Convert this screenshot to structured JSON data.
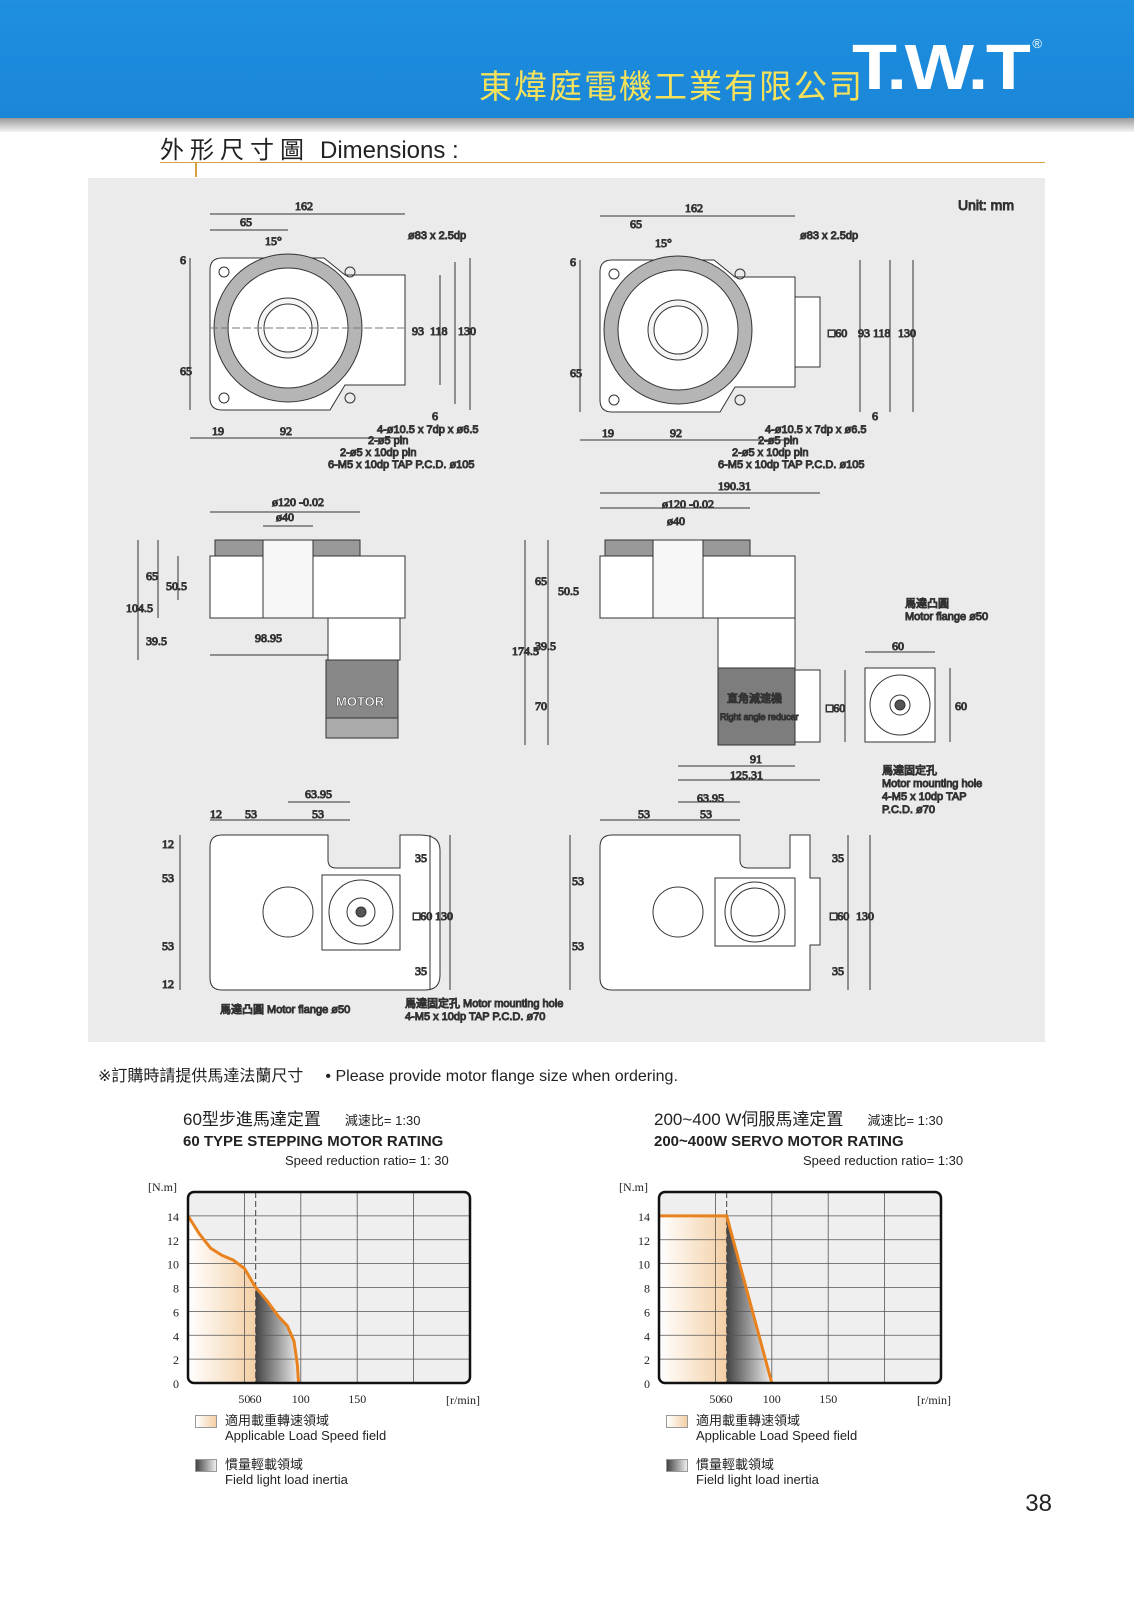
{
  "header": {
    "company": "東煒庭電機工業有限公司",
    "logo": "T.W.T",
    "registered": "®"
  },
  "section": {
    "title_zh": "外形尺寸圖",
    "title_en": "Dimensions :"
  },
  "unit": "Unit: mm",
  "views": {
    "top_left": {
      "dims": [
        "162",
        "65",
        "15°",
        "6",
        "65",
        "93",
        "118",
        "130",
        "6",
        "19",
        "92"
      ],
      "callouts": [
        "ø83 x 2.5dp",
        "4-ø10.5 x 7dp x ø6.5",
        "2-ø5 pin",
        "2-ø5 x 10dp pin",
        "6-M5 x 10dp TAP P.C.D. ø105"
      ]
    },
    "top_right": {
      "dims": [
        "162",
        "65",
        "15°",
        "6",
        "65",
        "□60",
        "93",
        "118",
        "130",
        "6",
        "19",
        "92"
      ],
      "callouts": [
        "ø83 x 2.5dp",
        "4-ø10.5 x 7dp x ø6.5",
        "2-ø5 pin",
        "2-ø5 x 10dp pin",
        "6-M5 x 10dp TAP P.C.D. ø105"
      ]
    },
    "side_left": {
      "dims": [
        "ø120 -0.02",
        "ø40",
        "104.5",
        "65",
        "50.5",
        "39.5",
        "98.95"
      ],
      "motor": "MOTOR"
    },
    "side_right": {
      "dims": [
        "190.31",
        "ø120 -0.02",
        "ø40",
        "65",
        "50.5",
        "174.5",
        "39.5",
        "70",
        "□60",
        "91",
        "125.31"
      ],
      "reducer_zh": "直角減速機",
      "reducer_en": "Right angle reducer"
    },
    "flange": {
      "title_zh": "馬達凸圓",
      "title_en": "Motor flange ø50",
      "w": "60",
      "h": "60",
      "hole_zh": "馬達固定孔",
      "hole_en": "Motor mounting hole",
      "hole_spec": "4-M5 x 10dp TAP",
      "hole_pcd": "P.C.D. ø70"
    },
    "bottom_left": {
      "dims": [
        "63.95",
        "12",
        "53",
        "53",
        "12",
        "53",
        "53",
        "12",
        "35",
        "□60",
        "130",
        "35"
      ],
      "flange_label": "馬達凸圓  Motor flange ø50",
      "hole_label": "馬達固定孔  Motor mounting hole",
      "hole_spec": "4-M5 x 10dp TAP P.C.D. ø70"
    },
    "bottom_right": {
      "dims": [
        "63.95",
        "53",
        "53",
        "53",
        "53",
        "35",
        "□60",
        "130",
        "35"
      ]
    }
  },
  "note": {
    "zh": "※訂購時請提供馬達法蘭尺寸",
    "en": "• Please provide motor flange size when ordering."
  },
  "charts": [
    {
      "title_zh": "60型步進馬達定置",
      "ratio_zh": "減速比= 1:30",
      "title_en": "60 TYPE STEPPING MOTOR RATING",
      "ratio_en": "Speed reduction ratio= 1: 30"
    },
    {
      "title_zh": "200~400 W伺服馬達定置",
      "ratio_zh": "減速比= 1:30",
      "title_en": "200~400W SERVO MOTOR RATING",
      "ratio_en": "Speed reduction ratio= 1:30"
    }
  ],
  "legend": {
    "applicable_zh": "適用載重轉速領域",
    "applicable_en": "Applicable Load Speed field",
    "inertia_zh": "慣量輕載領域",
    "inertia_en": "Field light load inertia"
  },
  "chart_data": [
    {
      "type": "area",
      "ylabel": "[N.m]",
      "xlabel": "[r/min]",
      "ylim": [
        0,
        16
      ],
      "xlim": [
        0,
        250
      ],
      "yticks": [
        0,
        2,
        4,
        6,
        8,
        10,
        12,
        14
      ],
      "xticks": [
        50,
        60,
        100,
        150
      ],
      "grid": true,
      "split_x": 60,
      "x": [
        0,
        10,
        20,
        30,
        40,
        50,
        60,
        70,
        80,
        88,
        94,
        97,
        98
      ],
      "y": [
        14,
        12.5,
        11.3,
        10.7,
        10.3,
        9.6,
        8,
        6.9,
        5.6,
        4.8,
        3.5,
        1.5,
        0
      ],
      "colors": {
        "line": "#e8821e",
        "applicable": "#f3cfa5",
        "inertia": "#444444"
      }
    },
    {
      "type": "area",
      "ylabel": "[N.m]",
      "xlabel": "[r/min]",
      "ylim": [
        0,
        16
      ],
      "xlim": [
        0,
        250
      ],
      "yticks": [
        0,
        2,
        4,
        6,
        8,
        10,
        12,
        14
      ],
      "xticks": [
        50,
        60,
        100,
        150
      ],
      "grid": true,
      "split_x": 60,
      "x": [
        0,
        60,
        100
      ],
      "y": [
        14,
        14,
        0
      ],
      "colors": {
        "line": "#e8821e",
        "applicable": "#f3cfa5",
        "inertia": "#444444"
      }
    }
  ],
  "page_number": "38"
}
